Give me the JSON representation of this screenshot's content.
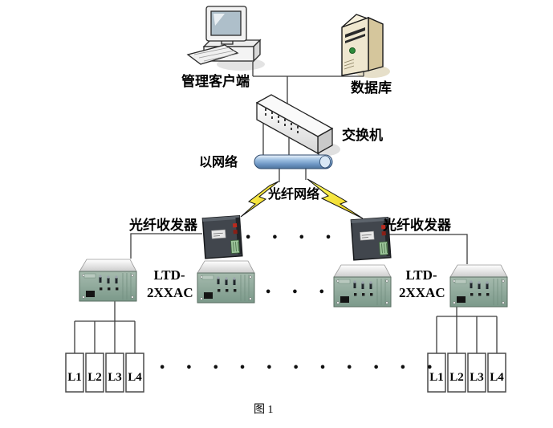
{
  "nodes": {
    "management_client": {
      "label": "管理客户端"
    },
    "database": {
      "label": "数据库"
    },
    "switch": {
      "label": "交换机"
    },
    "ethernet_bus": {
      "label": "以网络"
    },
    "fiber_network": {
      "label": "光纤网络"
    },
    "transceiver_left": {
      "label": "光纤收发器"
    },
    "transceiver_right": {
      "label": "光纤收发器"
    },
    "device_left": {
      "model_line1": "LTD-",
      "model_line2": "2XXAC"
    },
    "device_right": {
      "model_line1": "LTD-",
      "model_line2": "2XXAC"
    }
  },
  "loads_left": [
    "L1",
    "L2",
    "L3",
    "L4"
  ],
  "loads_right": [
    "L1",
    "L2",
    "L3",
    "L4"
  ],
  "ellipsis": {
    "transceiver_row": "••••",
    "device_row": "•••",
    "load_row": "•••••••••••"
  },
  "caption": "图 1",
  "colors": {
    "line": "#3c3c3c",
    "ethernet_cylinder": "#6b94c2",
    "lightning_bolt": "#f7e427",
    "rack_front_green": "#8aa697",
    "transceiver_body": "#41464d",
    "server_beige": "#efe7cf",
    "load_box_border": "#4a4a4a"
  }
}
